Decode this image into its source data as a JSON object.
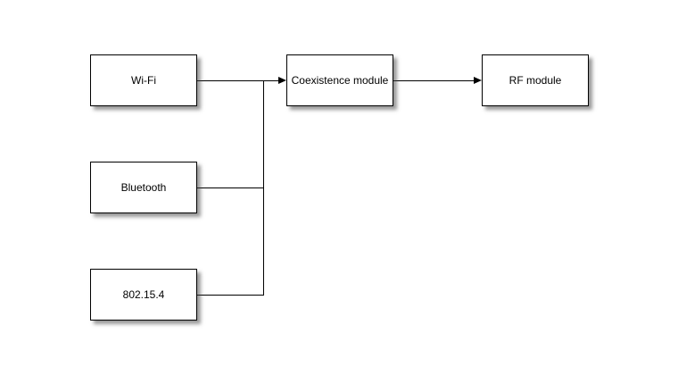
{
  "diagram": {
    "nodes": {
      "wifi": {
        "label": "Wi-Fi"
      },
      "bluetooth": {
        "label": "Bluetooth"
      },
      "zigbee": {
        "label": "802.15.4"
      },
      "coexistence": {
        "label": "Coexistence module"
      },
      "rf": {
        "label": "RF module"
      }
    },
    "edges": [
      {
        "from": "Wi-Fi",
        "to": "Coexistence module",
        "arrowhead": true
      },
      {
        "from": "Bluetooth",
        "to": "Coexistence module",
        "arrowhead": false
      },
      {
        "from": "802.15.4",
        "to": "Coexistence module",
        "arrowhead": false
      },
      {
        "from": "Coexistence module",
        "to": "RF module",
        "arrowhead": true
      }
    ],
    "colors": {
      "background": "#ffffff",
      "node_fill": "#ffffff",
      "node_border": "#000000",
      "line": "#000000",
      "text": "#000000",
      "shadow": "#666666"
    }
  }
}
